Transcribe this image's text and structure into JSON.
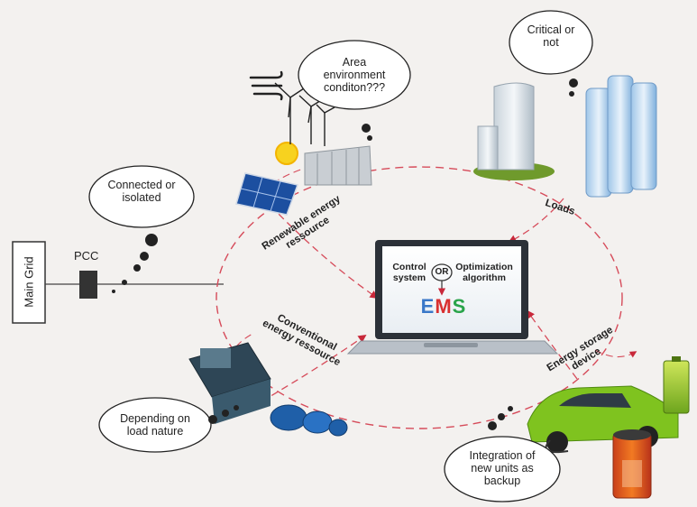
{
  "nodes": {
    "main_grid": "Main Grid",
    "pcc": "PCC"
  },
  "clouds": {
    "area": "Area environment conditon???",
    "connected": "Connected or isolated",
    "critical": "Critical or not",
    "depending": "Depending on load nature",
    "integration": "Integration of new units as backup"
  },
  "arc_labels": {
    "renewable": "Renewable energy ressource",
    "loads": "Loads",
    "conventional": "Conventional energy ressource",
    "storage": "Energy storage device"
  },
  "ems": {
    "control": "Control system",
    "or": "OR",
    "optimization": "Optimization algorithm",
    "logo_letters": [
      "E",
      "M",
      "S"
    ],
    "logo_colors": [
      "#3a78c8",
      "#d93030",
      "#2aa44a"
    ]
  },
  "colors": {
    "dashed_line": "#d64b5a",
    "arrow": "#c8283a"
  }
}
